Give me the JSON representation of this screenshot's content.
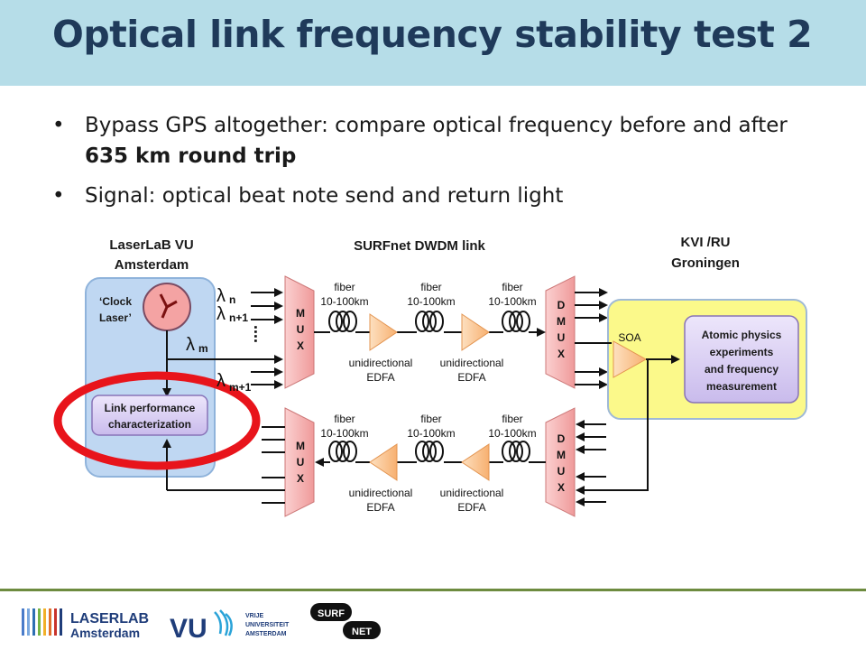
{
  "slide": {
    "title": "Optical link frequency stability test 2",
    "bullets": [
      {
        "pre": "Bypass GPS altogether: compare optical frequency before and after ",
        "bold": "635 km round trip"
      },
      {
        "pre": "Signal: optical beat note send and return light",
        "bold": ""
      }
    ]
  },
  "diagram": {
    "left_site": [
      "LaserLaB VU",
      "Amsterdam"
    ],
    "link_name": "SURFnet DWDM link",
    "right_site": [
      "KVI /RU",
      "Groningen"
    ],
    "clock_laser": [
      "‘Clock",
      "Laser’"
    ],
    "link_perf": [
      "Link performance",
      "characterization"
    ],
    "lambdas": [
      "n",
      "n+1",
      "m",
      "m+1"
    ],
    "lambda_symbol": "λ",
    "mux": [
      "M",
      "U",
      "X"
    ],
    "dmux": [
      "D",
      "M",
      "U",
      "X"
    ],
    "fiber": [
      "fiber",
      "10-100km"
    ],
    "edfa": [
      "unidirectional",
      "EDFA"
    ],
    "soa": "SOA",
    "atomic": [
      "Atomic physics",
      "experiments",
      "and frequency",
      "measurement"
    ]
  },
  "footer": {
    "laserlab": [
      "LASERLAB",
      "Amsterdam"
    ],
    "vu": "VU",
    "vu_sub": [
      "VRIJE",
      "UNIVERSITEIT",
      "AMSTERDAM"
    ],
    "surf": [
      "SURF",
      "NET"
    ]
  },
  "colors": {
    "title_bar": "#b6dde8",
    "title_text": "#1f3a5a",
    "site_box": "#bfd7f2",
    "mux_fill": "#f4a3a3",
    "edfa_fill": "#f9c08a",
    "groningen_box": "#fbf98a",
    "purple_box": "#d8cdf0",
    "highlight_ring": "#e8141b"
  }
}
